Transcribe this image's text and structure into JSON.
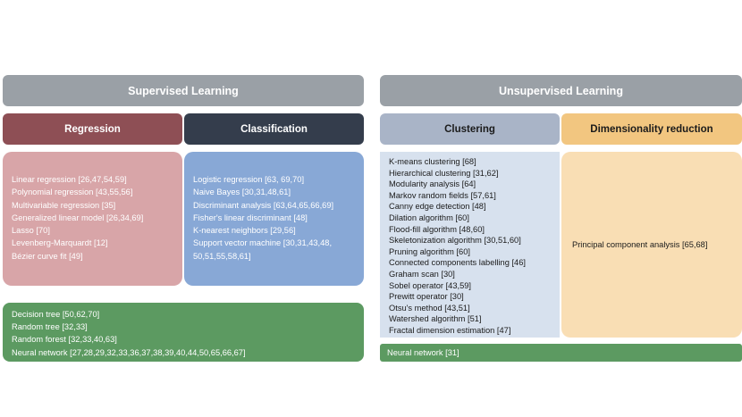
{
  "supervised": {
    "title": "Supervised Learning",
    "regression": {
      "title": "Regression",
      "items": [
        "Linear regression [26,47,54,59]",
        "Polynomial regression [43,55,56]",
        "Multivariable regression [35]",
        "Generalized linear model [26,34,69]",
        "Lasso [70]",
        "Levenberg-Marquardt [12]",
        "Bézier curve fit [49]"
      ]
    },
    "classification": {
      "title": "Classification",
      "items": [
        "Logistic regression [63, 69,70]",
        "Naive Bayes [30,31,48,61]",
        "Discriminant analysis [63,64,65,66,69]",
        "Fisher's linear discriminant [48]",
        "K-nearest neighbors [29,56]",
        "Support vector machine [30,31,43,48, 50,51,55,58,61]"
      ]
    },
    "shared": [
      "Decision tree [50,62,70]",
      "Random tree [32,33]",
      "Random forest [32,33,40,63]",
      "Neural network [27,28,29,32,33,36,37,38,39,40,44,50,65,66,67]"
    ]
  },
  "unsupervised": {
    "title": "Unsupervised Learning",
    "clustering": {
      "title": "Clustering",
      "items": [
        "K-means clustering [68]",
        "Hierarchical clustering [31,62]",
        "Modularity analysis [64]",
        "Markov random fields [57,61]",
        "Canny edge detection [48]",
        "Dilation algorithm [60]",
        "Flood-fill algorithm [48,60]",
        "Skeletonization algorithm [30,51,60]",
        "Pruning algorithm [60]",
        "Connected components labelling [46]",
        "Graham scan [30]",
        "Sobel operator [43,59]",
        "Prewitt operator [30]",
        "Otsu's method [43,51]",
        "Watershed algorithm [51]",
        "Fractal dimension estimation [47]"
      ]
    },
    "dimensionality": {
      "title": "Dimensionality reduction",
      "items": [
        "Principal component analysis [65,68]"
      ]
    },
    "shared": [
      "Neural network [31]"
    ]
  },
  "colors": {
    "header_gray": "#9aa0a6",
    "regression_header": "#8e4f55",
    "classification_header": "#343d4c",
    "clustering_header": "#a9b4c7",
    "dimensionality_header": "#f2c680",
    "regression_body": "#d8a5a8",
    "classification_body": "#88a8d6",
    "clustering_body": "#d7e1ee",
    "dimensionality_body": "#f9deb4",
    "shared_green": "#5c9a61"
  }
}
